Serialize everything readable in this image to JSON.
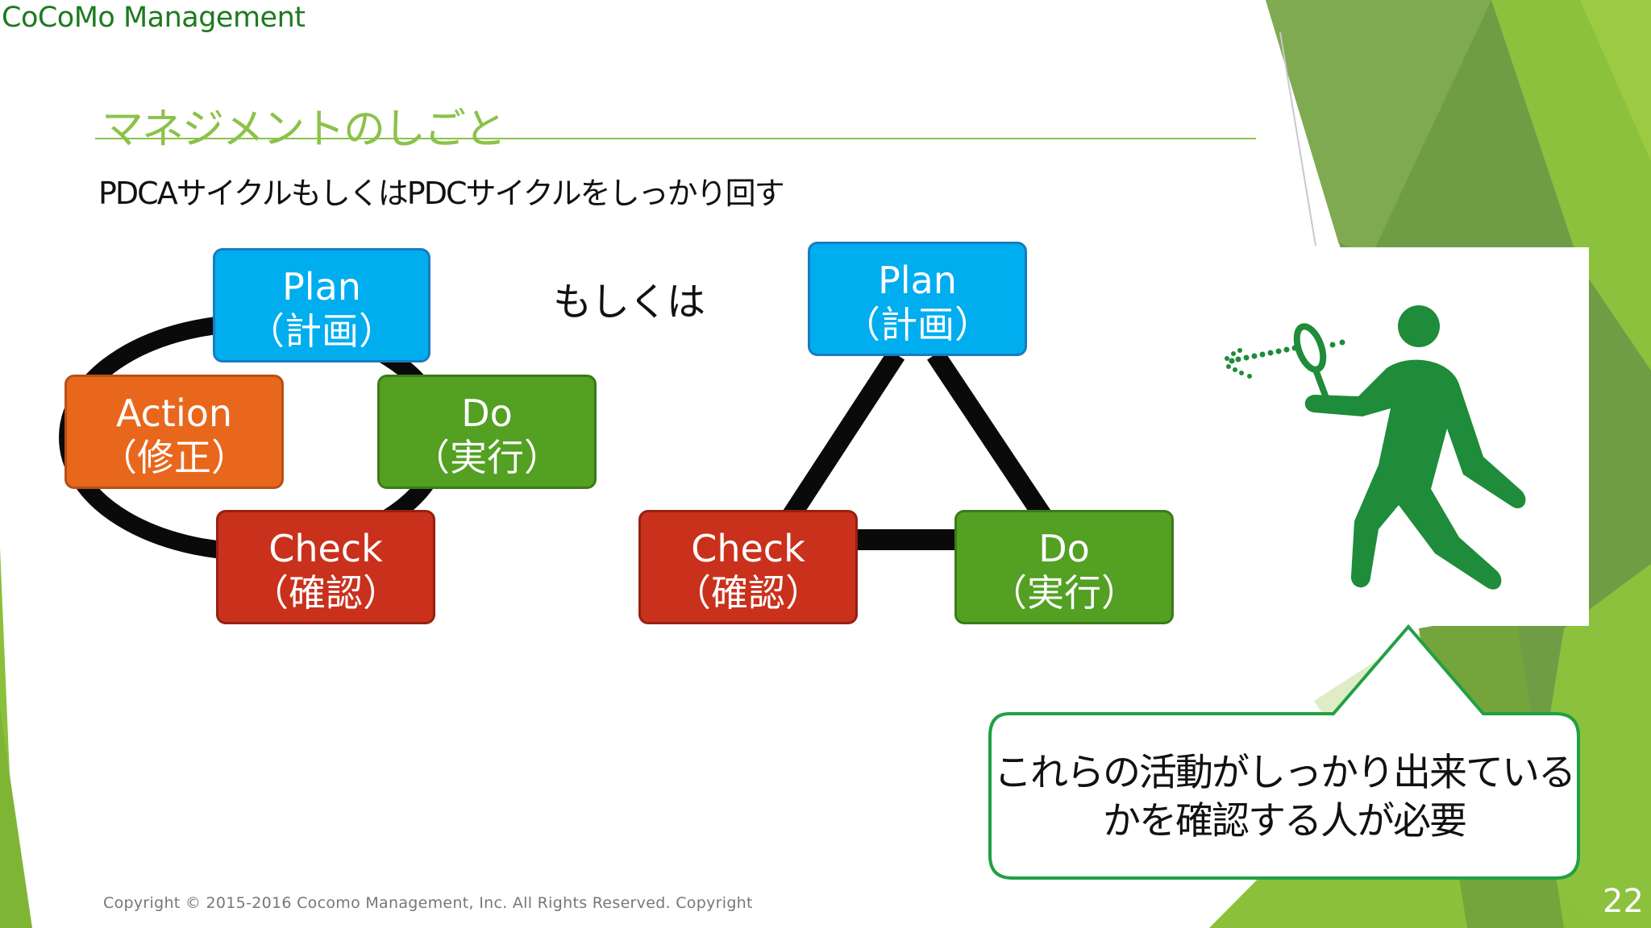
{
  "brand": "CoCoMo Management",
  "title": "マネジメントのしごと",
  "subtitle": "PDCAサイクルもしくはPDCサイクルをしっかり回す",
  "separator": "もしくは",
  "pdca": {
    "plan": {
      "label": "Plan",
      "sub": "（計画）"
    },
    "do": {
      "label": "Do",
      "sub": "（実行）"
    },
    "check": {
      "label": "Check",
      "sub": "（確認）"
    },
    "action": {
      "label": "Action",
      "sub": "（修正）"
    }
  },
  "pdc": {
    "plan": {
      "label": "Plan",
      "sub": "（計画）"
    },
    "check": {
      "label": "Check",
      "sub": "（確認）"
    },
    "do": {
      "label": "Do",
      "sub": "（実行）"
    }
  },
  "callout": {
    "line1": "これらの活動がしっかり出来ている",
    "line2": "かを確認する人が必要"
  },
  "footer": {
    "copyright": "Copyright © 2015-2016 Cocomo Management, Inc. All Rights Reserved. Copyright",
    "page_number": "22"
  },
  "colors": {
    "title_green": "#8bc24a",
    "plan_blue": "#00adef",
    "do_green": "#53a023",
    "check_red": "#c9311c",
    "action_orange": "#e8671c",
    "figure_green": "#1e8c3a"
  },
  "icons": [
    "magnifier-person-icon"
  ]
}
